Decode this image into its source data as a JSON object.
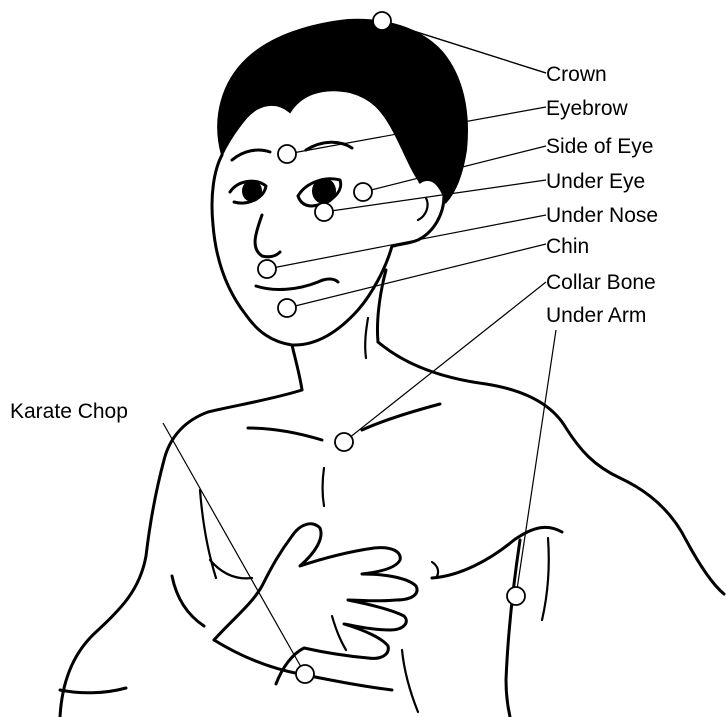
{
  "labels": {
    "crown": "Crown",
    "eyebrow": "Eyebrow",
    "side_of_eye": "Side of Eye",
    "under_eye": "Under Eye",
    "under_nose": "Under Nose",
    "chin": "Chin",
    "collar_bone": "Collar Bone",
    "under_arm": "Under Arm",
    "karate_chop": "Karate Chop"
  },
  "colors": {
    "ink": "#000000",
    "background": "#ffffff",
    "point_fill": "#ffffff"
  }
}
